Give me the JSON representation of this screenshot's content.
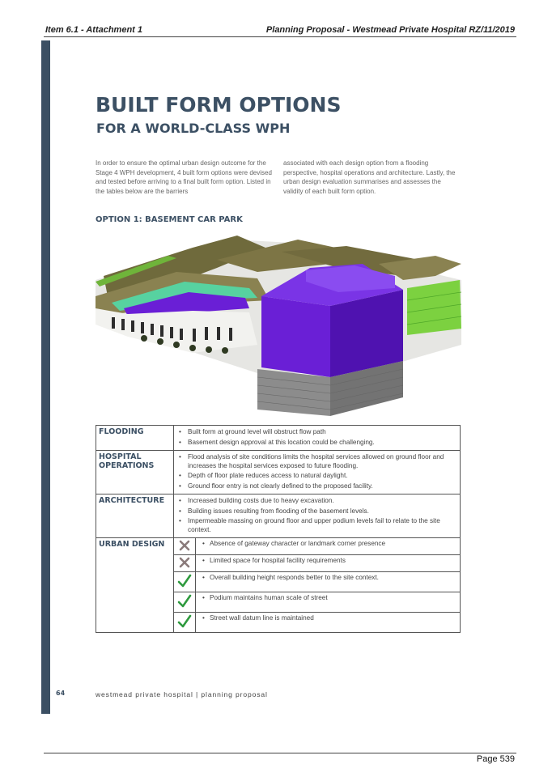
{
  "header": {
    "left": "Item 6.1 - Attachment 1",
    "right": "Planning Proposal - Westmead Private Hospital RZ/11/2019"
  },
  "title": {
    "line1": "BUILT FORM OPTIONS",
    "line2": "FOR A WORLD-CLASS WPH"
  },
  "intro": {
    "col1": "In order to ensure the optimal urban design outcome for the Stage 4 WPH development, 4 built form options were devised and tested before arriving to a final built form option. Listed in the tables below are the barriers",
    "col2": "associated with each design option from a flooding perspective, hospital operations and architecture. Lastly, the urban design evaluation summarises and assesses the validity of each built form option."
  },
  "option_heading": "OPTION 1: BASEMENT CAR PARK",
  "table": {
    "flooding": {
      "label": "FLOODING",
      "items": [
        "Built form at ground level will obstruct flow path",
        "Basement design approval at this location could be challenging."
      ]
    },
    "hospital": {
      "label": "HOSPITAL OPERATIONS",
      "items": [
        "Flood analysis of site conditions limits the hospital services allowed on ground floor and increases the hospital services exposed to future flooding.",
        "Depth of floor plate reduces access to natural daylight.",
        "Ground floor entry is not clearly defined to the proposed facility."
      ]
    },
    "architecture": {
      "label": "ARCHITECTURE",
      "items": [
        "Increased building costs due to heavy excavation.",
        "Building issues resulting from flooding of the basement levels.",
        "Impermeable massing on ground floor and upper podium levels fail to relate to the site context."
      ]
    },
    "urban": {
      "label": "URBAN DESIGN",
      "rows": [
        {
          "mark": "cross",
          "text": "Absence of gateway character or landmark corner presence"
        },
        {
          "mark": "cross",
          "text": "Limited space for hospital facility requirements"
        },
        {
          "mark": "tick",
          "text": "Overall building height responds better to the site context."
        },
        {
          "mark": "tick",
          "text": "Podium maintains human scale of street"
        },
        {
          "mark": "tick",
          "text": "Street wall datum line is maintained"
        }
      ]
    }
  },
  "colors": {
    "heading": "#3c5064",
    "sidebar": "#3b4f63",
    "tick": "#2e9a3e",
    "cross": "#8a7a7a",
    "building": "#6a1fd6"
  },
  "footer": {
    "number": "64",
    "text": "westmead private hospital | planning proposal",
    "page": "Page 539"
  }
}
